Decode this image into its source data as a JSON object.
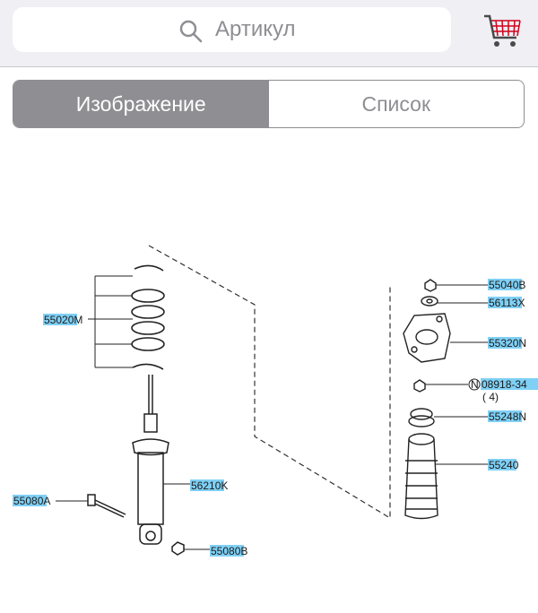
{
  "search": {
    "placeholder": "Артикул"
  },
  "tabs": [
    {
      "label": "Изображение",
      "active": true
    },
    {
      "label": "Список",
      "active": false
    }
  ],
  "colors": {
    "segment_active": "#8e8e93",
    "label_highlight": "#7fd0f5",
    "cart_accent": "#d0021b"
  },
  "diagram": {
    "parts": [
      {
        "code": "55020",
        "suffix": "M"
      },
      {
        "code": "56210",
        "suffix": "K"
      },
      {
        "code": "55080",
        "suffix": "A"
      },
      {
        "code": "55080",
        "suffix": "B"
      },
      {
        "code": "55040",
        "suffix": "B"
      },
      {
        "code": "56113",
        "suffix": "X"
      },
      {
        "code": "55320",
        "suffix": "N"
      },
      {
        "code": "08918-34",
        "suffix": "",
        "marker": "N",
        "qty": "( 4)"
      },
      {
        "code": "55248",
        "suffix": "N"
      },
      {
        "code": "55240",
        "suffix": ""
      }
    ]
  }
}
